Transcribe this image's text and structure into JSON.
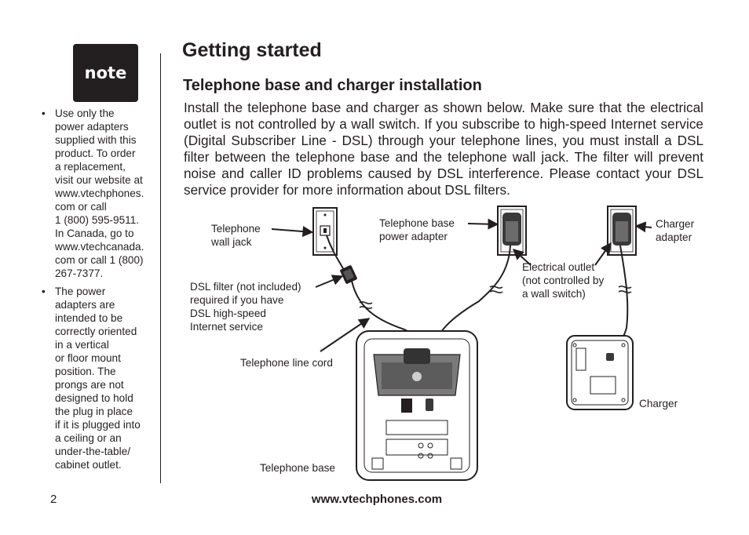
{
  "note_badge": {
    "label": "note"
  },
  "sidebar": {
    "bullets": [
      {
        "lines": [
          "Use only the",
          "power adapters",
          "supplied with this",
          "product. To order",
          "a replacement,",
          "visit our website at",
          "www.vtechphones.",
          "com or call",
          "1 (800) 595-9511.",
          "In Canada, go to",
          "www.vtechcanada.",
          "com or call 1 (800)",
          "267-7377."
        ]
      },
      {
        "lines": [
          "The power",
          "adapters are",
          "intended to be",
          "correctly oriented",
          "in a vertical",
          "or floor mount",
          "position. The",
          "prongs are not",
          "designed to hold",
          "the plug in place",
          "if it is plugged into",
          "a ceiling or an",
          "under-the-table/",
          "cabinet outlet."
        ]
      }
    ]
  },
  "page": {
    "title": "Getting started",
    "section_title": "Telephone base and charger installation",
    "intro": "Install the telephone base and charger as shown below. Make sure that the electrical outlet is not controlled by a wall switch. If you subscribe to high-speed Internet service (Digital Subscriber Line - DSL) through your telephone lines, you must install a DSL filter between the telephone base and the telephone wall jack. The filter will prevent noise and caller ID problems caused by DSL interference. Please contact your DSL service provider for more information about DSL filters."
  },
  "diagram": {
    "labels": {
      "wall_jack": [
        "Telephone",
        "wall jack"
      ],
      "base_adapter": [
        "Telephone base",
        "power adapter"
      ],
      "charger_adapter": [
        "Charger",
        "adapter"
      ],
      "electrical_outlet": [
        "Electrical outlet",
        "(not controlled by",
        "a wall switch)"
      ],
      "dsl_filter": [
        "DSL filter (not included)",
        "required if you have",
        "DSL high-speed",
        "Internet service"
      ],
      "line_cord": "Telephone line cord",
      "telephone_base": "Telephone base",
      "charger": "Charger"
    }
  },
  "footer": {
    "page_number": "2",
    "url": "www.vtechphones.com"
  }
}
